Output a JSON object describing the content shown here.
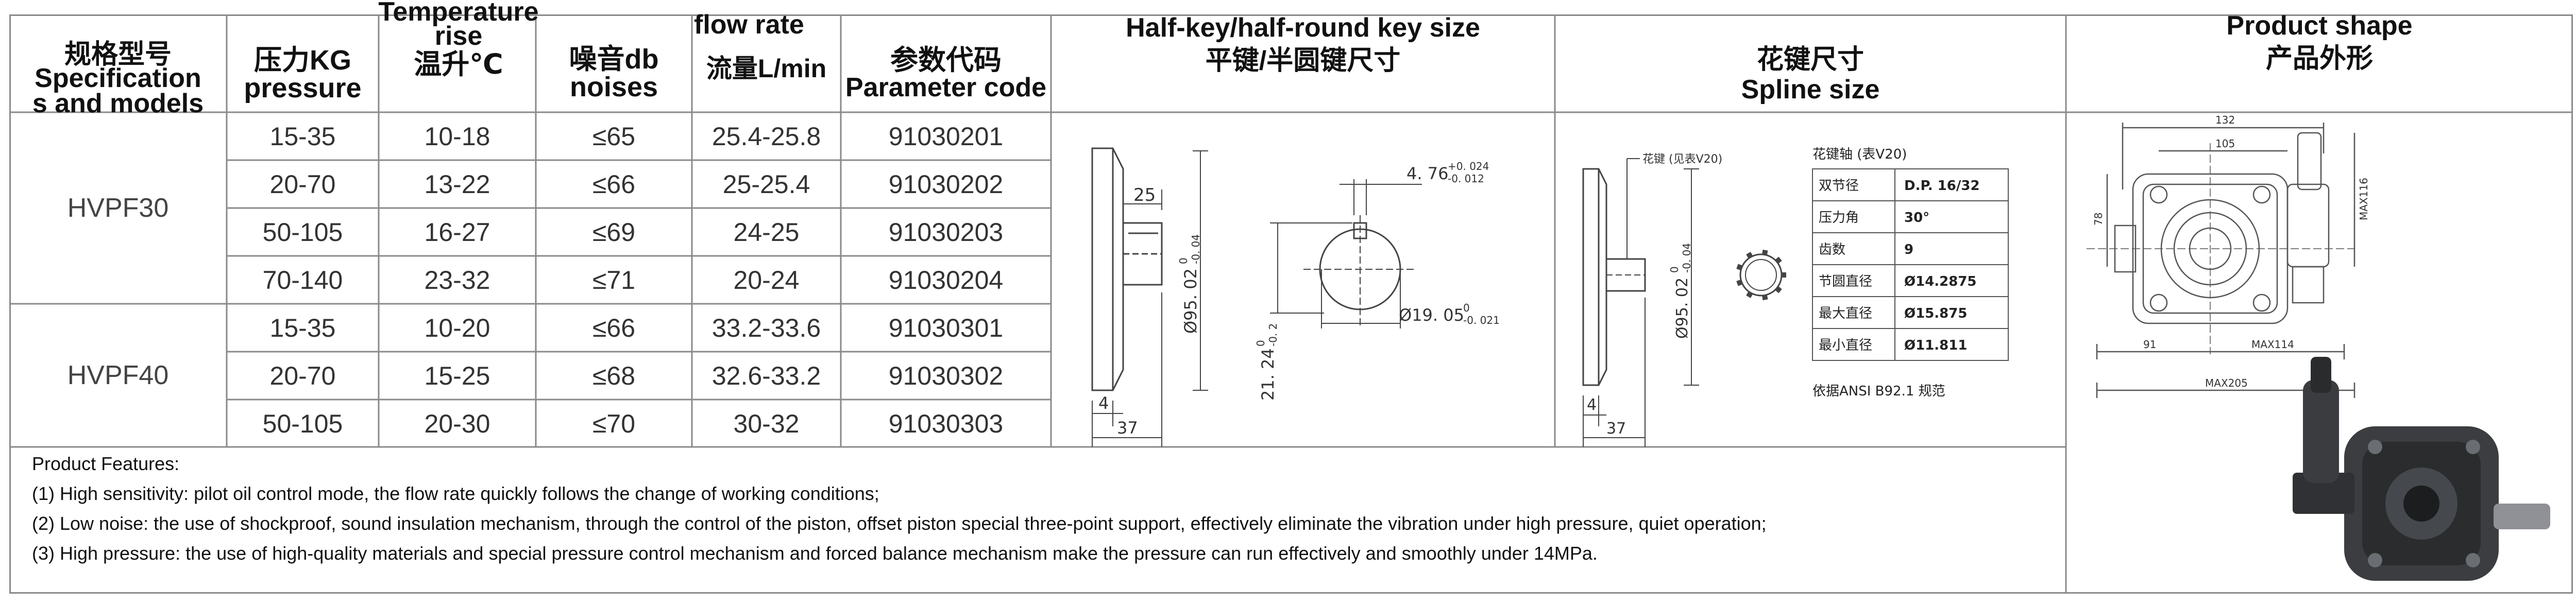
{
  "headers": {
    "spec": {
      "zh": "规格型号",
      "en": "Specification\ns and models"
    },
    "pressure": {
      "zh": "压力KG",
      "en": "pressure"
    },
    "temp": {
      "en": "Temperature\nrise",
      "zh": "温升℃"
    },
    "noise": {
      "zh": "噪音db",
      "en": "noises"
    },
    "flow": {
      "en": "flow rate",
      "zh": "流量L/min"
    },
    "param": {
      "zh": "参数代码",
      "en": "Parameter code"
    },
    "key": {
      "en": "Half-key/half-round key size",
      "zh": "平键/半圆键尺寸"
    },
    "spline": {
      "zh": "花键尺寸",
      "en": "Spline size"
    },
    "shape": {
      "en": "Product shape",
      "zh": "产品外形"
    }
  },
  "models": [
    "HVPF30",
    "HVPF40"
  ],
  "rows": [
    {
      "pressure": "15-35",
      "temp": "10-18",
      "noise": "≤65",
      "flow": "25.4-25.8",
      "code": "91030201"
    },
    {
      "pressure": "20-70",
      "temp": "13-22",
      "noise": "≤66",
      "flow": "25-25.4",
      "code": "91030202"
    },
    {
      "pressure": "50-105",
      "temp": "16-27",
      "noise": "≤69",
      "flow": "24-25",
      "code": "91030203"
    },
    {
      "pressure": "70-140",
      "temp": "23-32",
      "noise": "≤71",
      "flow": "20-24",
      "code": "91030204"
    },
    {
      "pressure": "15-35",
      "temp": "10-20",
      "noise": "≤66",
      "flow": "33.2-33.6",
      "code": "91030301"
    },
    {
      "pressure": "20-70",
      "temp": "15-25",
      "noise": "≤68",
      "flow": "32.6-33.2",
      "code": "91030302"
    },
    {
      "pressure": "50-105",
      "temp": "20-30",
      "noise": "≤70",
      "flow": "30-32",
      "code": "91030303"
    }
  ],
  "key_drawing": {
    "dim_25": "25",
    "dim_4": "4",
    "dim_37": "37",
    "dia_95": "Ø95. 02",
    "dia_95_tol_top": "0",
    "dia_95_tol_bottom": "-0. 04",
    "key_width": "4. 76",
    "key_width_tol_top": "+0. 024",
    "key_width_tol_bottom": "-0. 012",
    "height": "21. 24",
    "height_tol_top": "0",
    "height_tol_bottom": "-0. 2",
    "shaft_dia": "Ø19. 05",
    "shaft_tol_top": "0",
    "shaft_tol_bottom": "-0. 021"
  },
  "spline_drawing": {
    "callout": "花键 (见表V20)",
    "dia_95": "Ø95. 02",
    "dia_95_tol_top": "0",
    "dia_95_tol_bottom": "-0. 04",
    "dim_4": "4",
    "dim_37": "37",
    "table_title": "花键轴 (表V20)",
    "table": [
      {
        "label": "双节径",
        "value": "D.P. 16/32"
      },
      {
        "label": "压力角",
        "value": "30°"
      },
      {
        "label": "齿数",
        "value": "9"
      },
      {
        "label": "节圆直径",
        "value": "Ø14.2875"
      },
      {
        "label": "最大直径",
        "value": "Ø15.875"
      },
      {
        "label": "最小直径",
        "value": "Ø11.811"
      }
    ],
    "standard": "依据ANSI B92.1 规范"
  },
  "shape_drawing": {
    "dim_132": "132",
    "dim_105": "105",
    "dim_78": "78",
    "dim_max116": "MAX116",
    "dim_91": "91",
    "dim_max114": "MAX114",
    "dim_max205": "MAX205"
  },
  "features": {
    "title": "Product Features:",
    "items": [
      "(1) High sensitivity: pilot oil control mode, the flow rate quickly follows the change of working conditions;",
      "(2) Low noise: the use of shockproof, sound insulation mechanism, through the control of the piston, offset piston special three-point support, effectively eliminate the vibration under high pressure, quiet operation;",
      "(3) High pressure: the use of high-quality materials and special pressure control mechanism and forced balance mechanism make the pressure can run effectively and smoothly under 14MPa."
    ]
  },
  "colors": {
    "border": "#8a8a8a",
    "text": "#333333",
    "header": "#111111"
  }
}
